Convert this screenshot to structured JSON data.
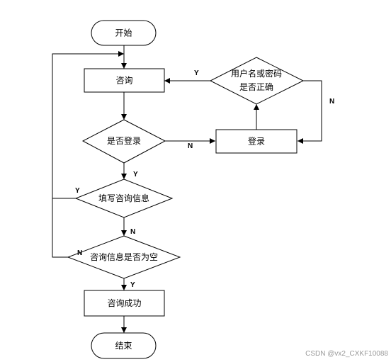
{
  "nodes": {
    "start": "开始",
    "consult": "咨询",
    "is_login": "是否登录",
    "login": "登录",
    "credentials_line1": "用户名或密码",
    "credentials_line2": "是否正确",
    "fill_info": "填写咨询信息",
    "info_empty": "咨询信息是否为空",
    "success": "咨询成功",
    "end": "结束"
  },
  "edge_labels": {
    "is_login_no": "N",
    "is_login_yes": "Y",
    "cred_yes": "Y",
    "cred_no": "N",
    "fill_yes": "Y",
    "fill_no": "N",
    "empty_no": "N",
    "empty_yes": "Y"
  },
  "watermark": "CSDN @vx2_CXKF10088"
}
